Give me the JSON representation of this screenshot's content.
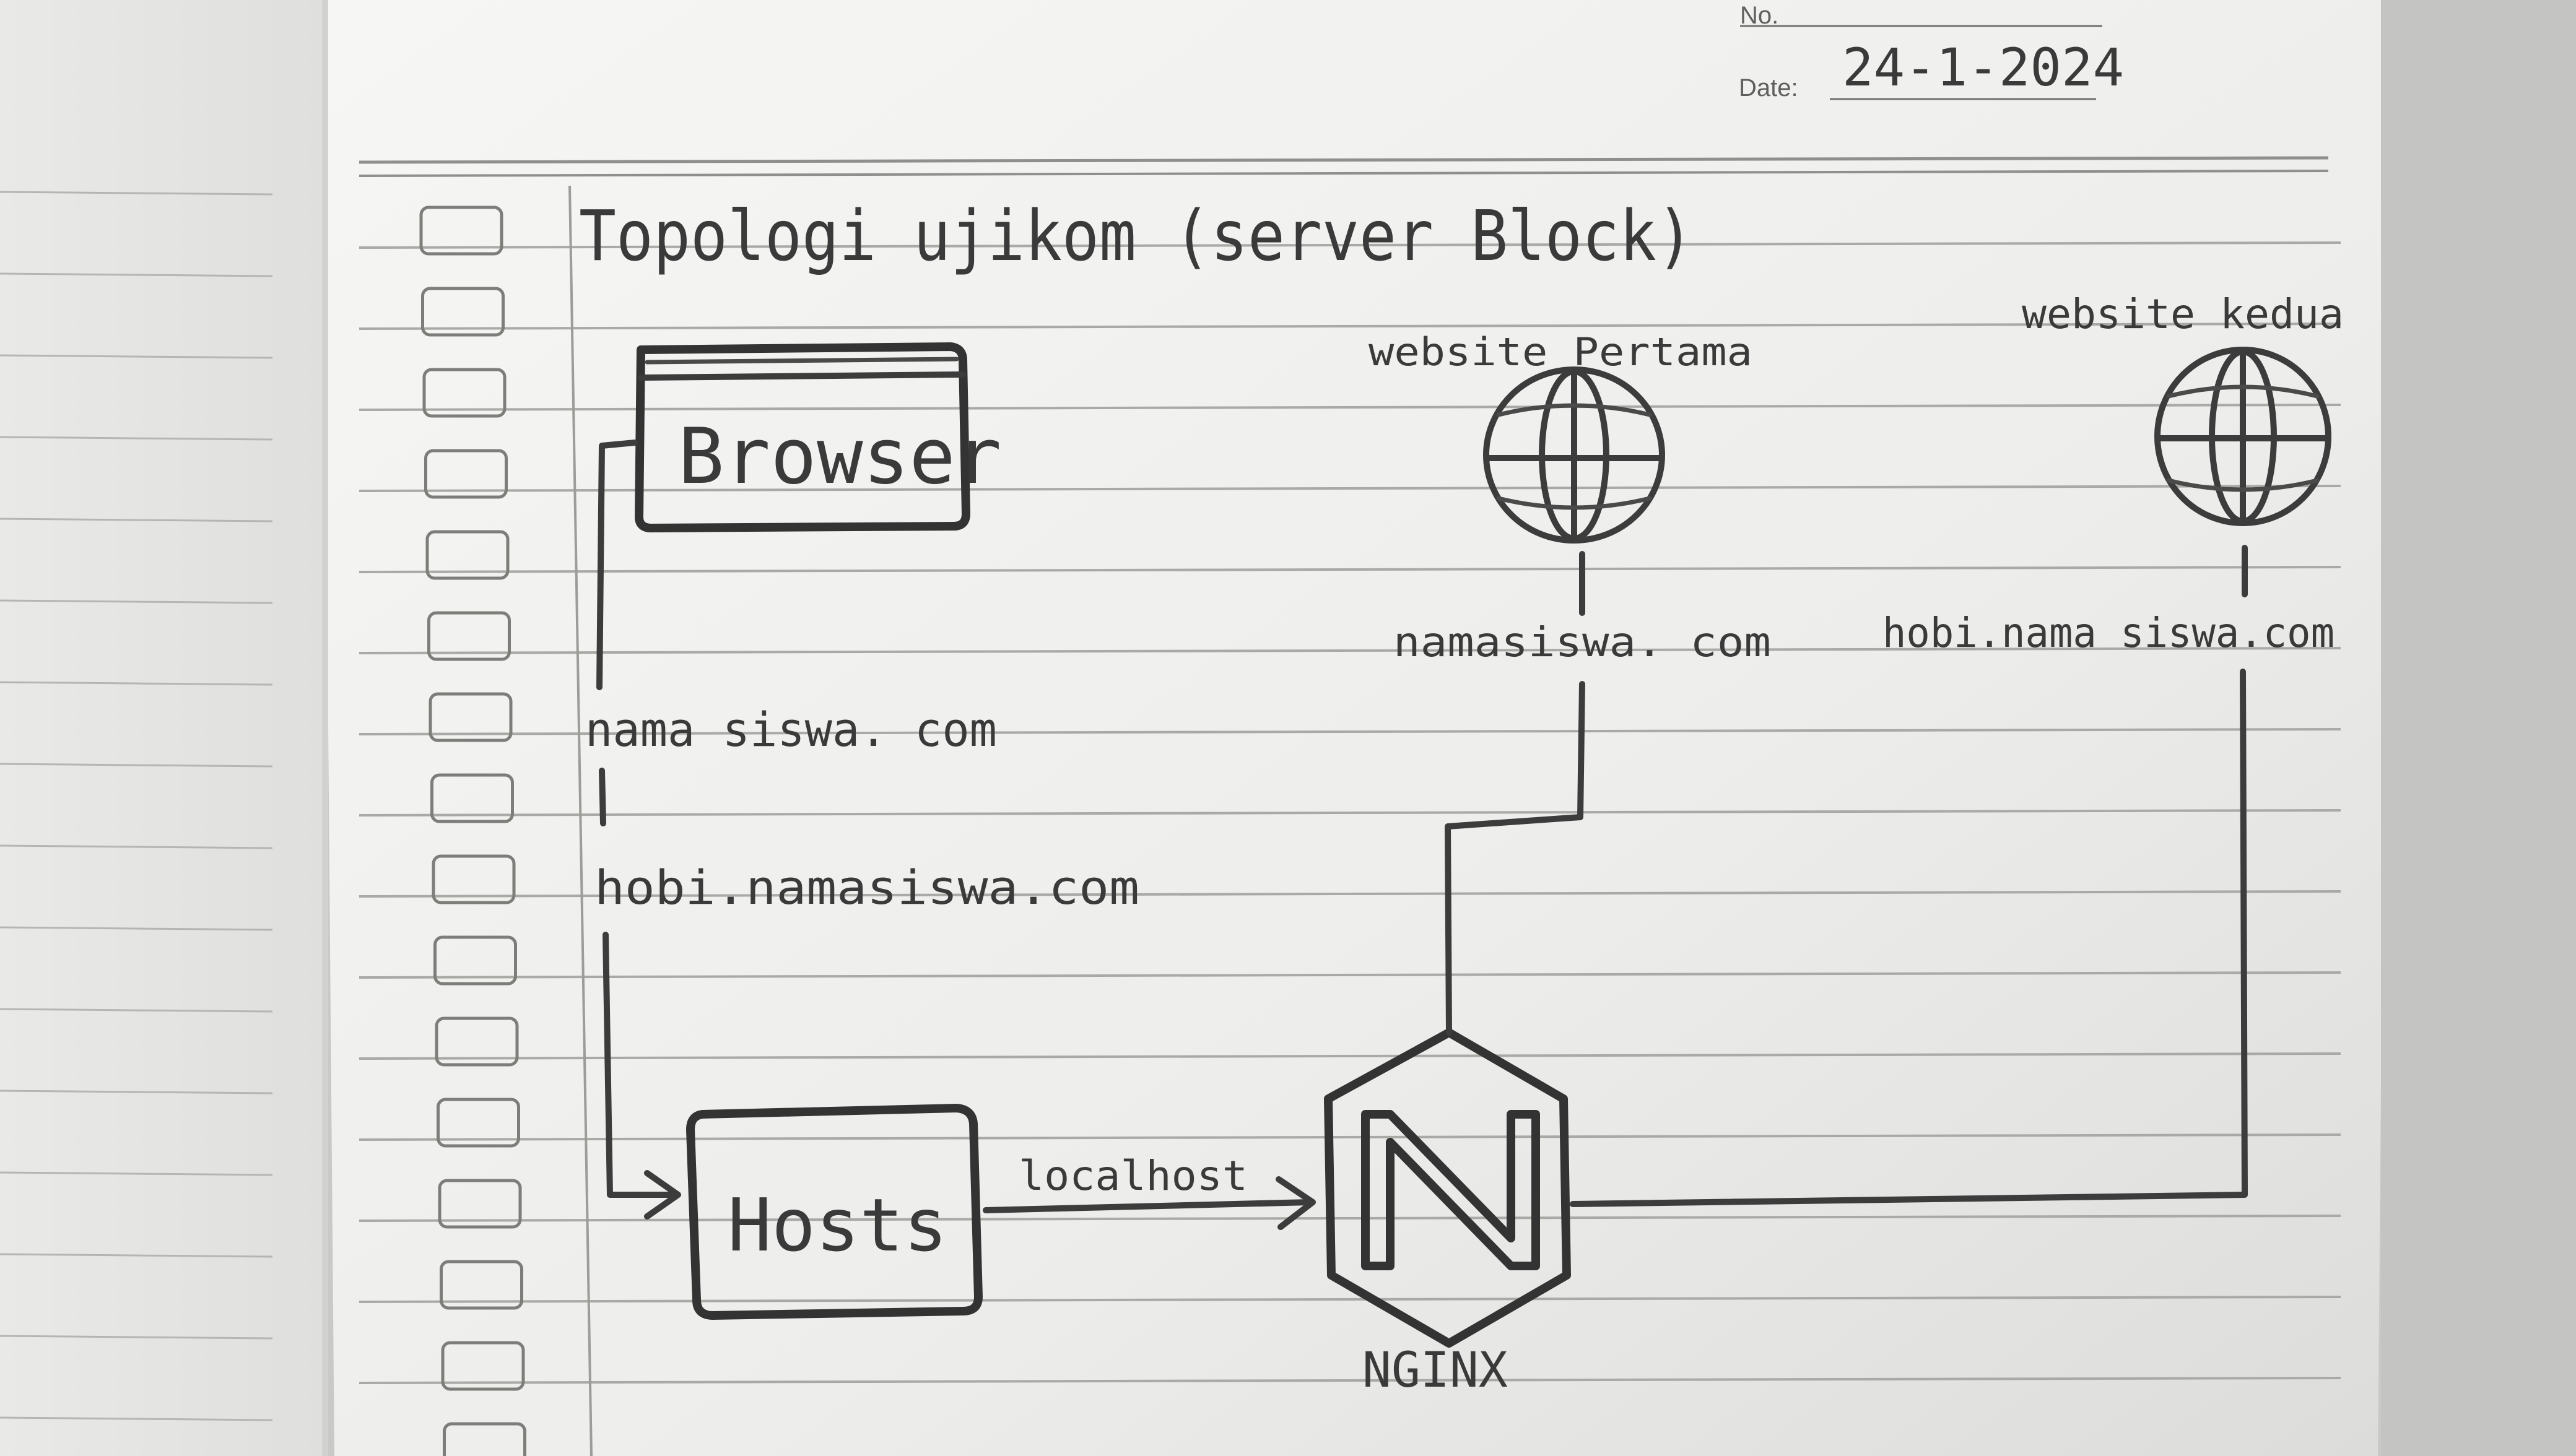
{
  "header": {
    "no_label": "No.",
    "date_label": "Date:",
    "date_value": "24-1-2024"
  },
  "diagram": {
    "title": "Topologi ujikom (server Block)",
    "nodes": {
      "browser": "Browser",
      "hosts": "Hosts",
      "nginx_logo_letter": "N",
      "nginx": "NGINX",
      "website_1_title": "website Pertama",
      "website_2_title": "website kedua"
    },
    "labels": {
      "browser_domain_1": "nama siswa. com",
      "browser_domain_2": "hobi.namasiswa.com",
      "hosts_to_nginx": "localhost",
      "website_1_domain": "namasiswa. com",
      "website_2_domain": "hobi.nama siswa.com"
    },
    "edges": [
      {
        "from": "browser",
        "to": "hosts",
        "via": [
          "nama siswa. com",
          "hobi.namasiswa.com"
        ]
      },
      {
        "from": "hosts",
        "to": "nginx",
        "label": "localhost"
      },
      {
        "from": "nginx",
        "to": "website_1",
        "label": "namasiswa. com"
      },
      {
        "from": "nginx",
        "to": "website_2",
        "label": "hobi.nama siswa.com"
      }
    ]
  },
  "colors": {
    "paper": "#f1f1ef",
    "pencil": "#3a3a3a",
    "ruling": "#a9a9a6"
  }
}
